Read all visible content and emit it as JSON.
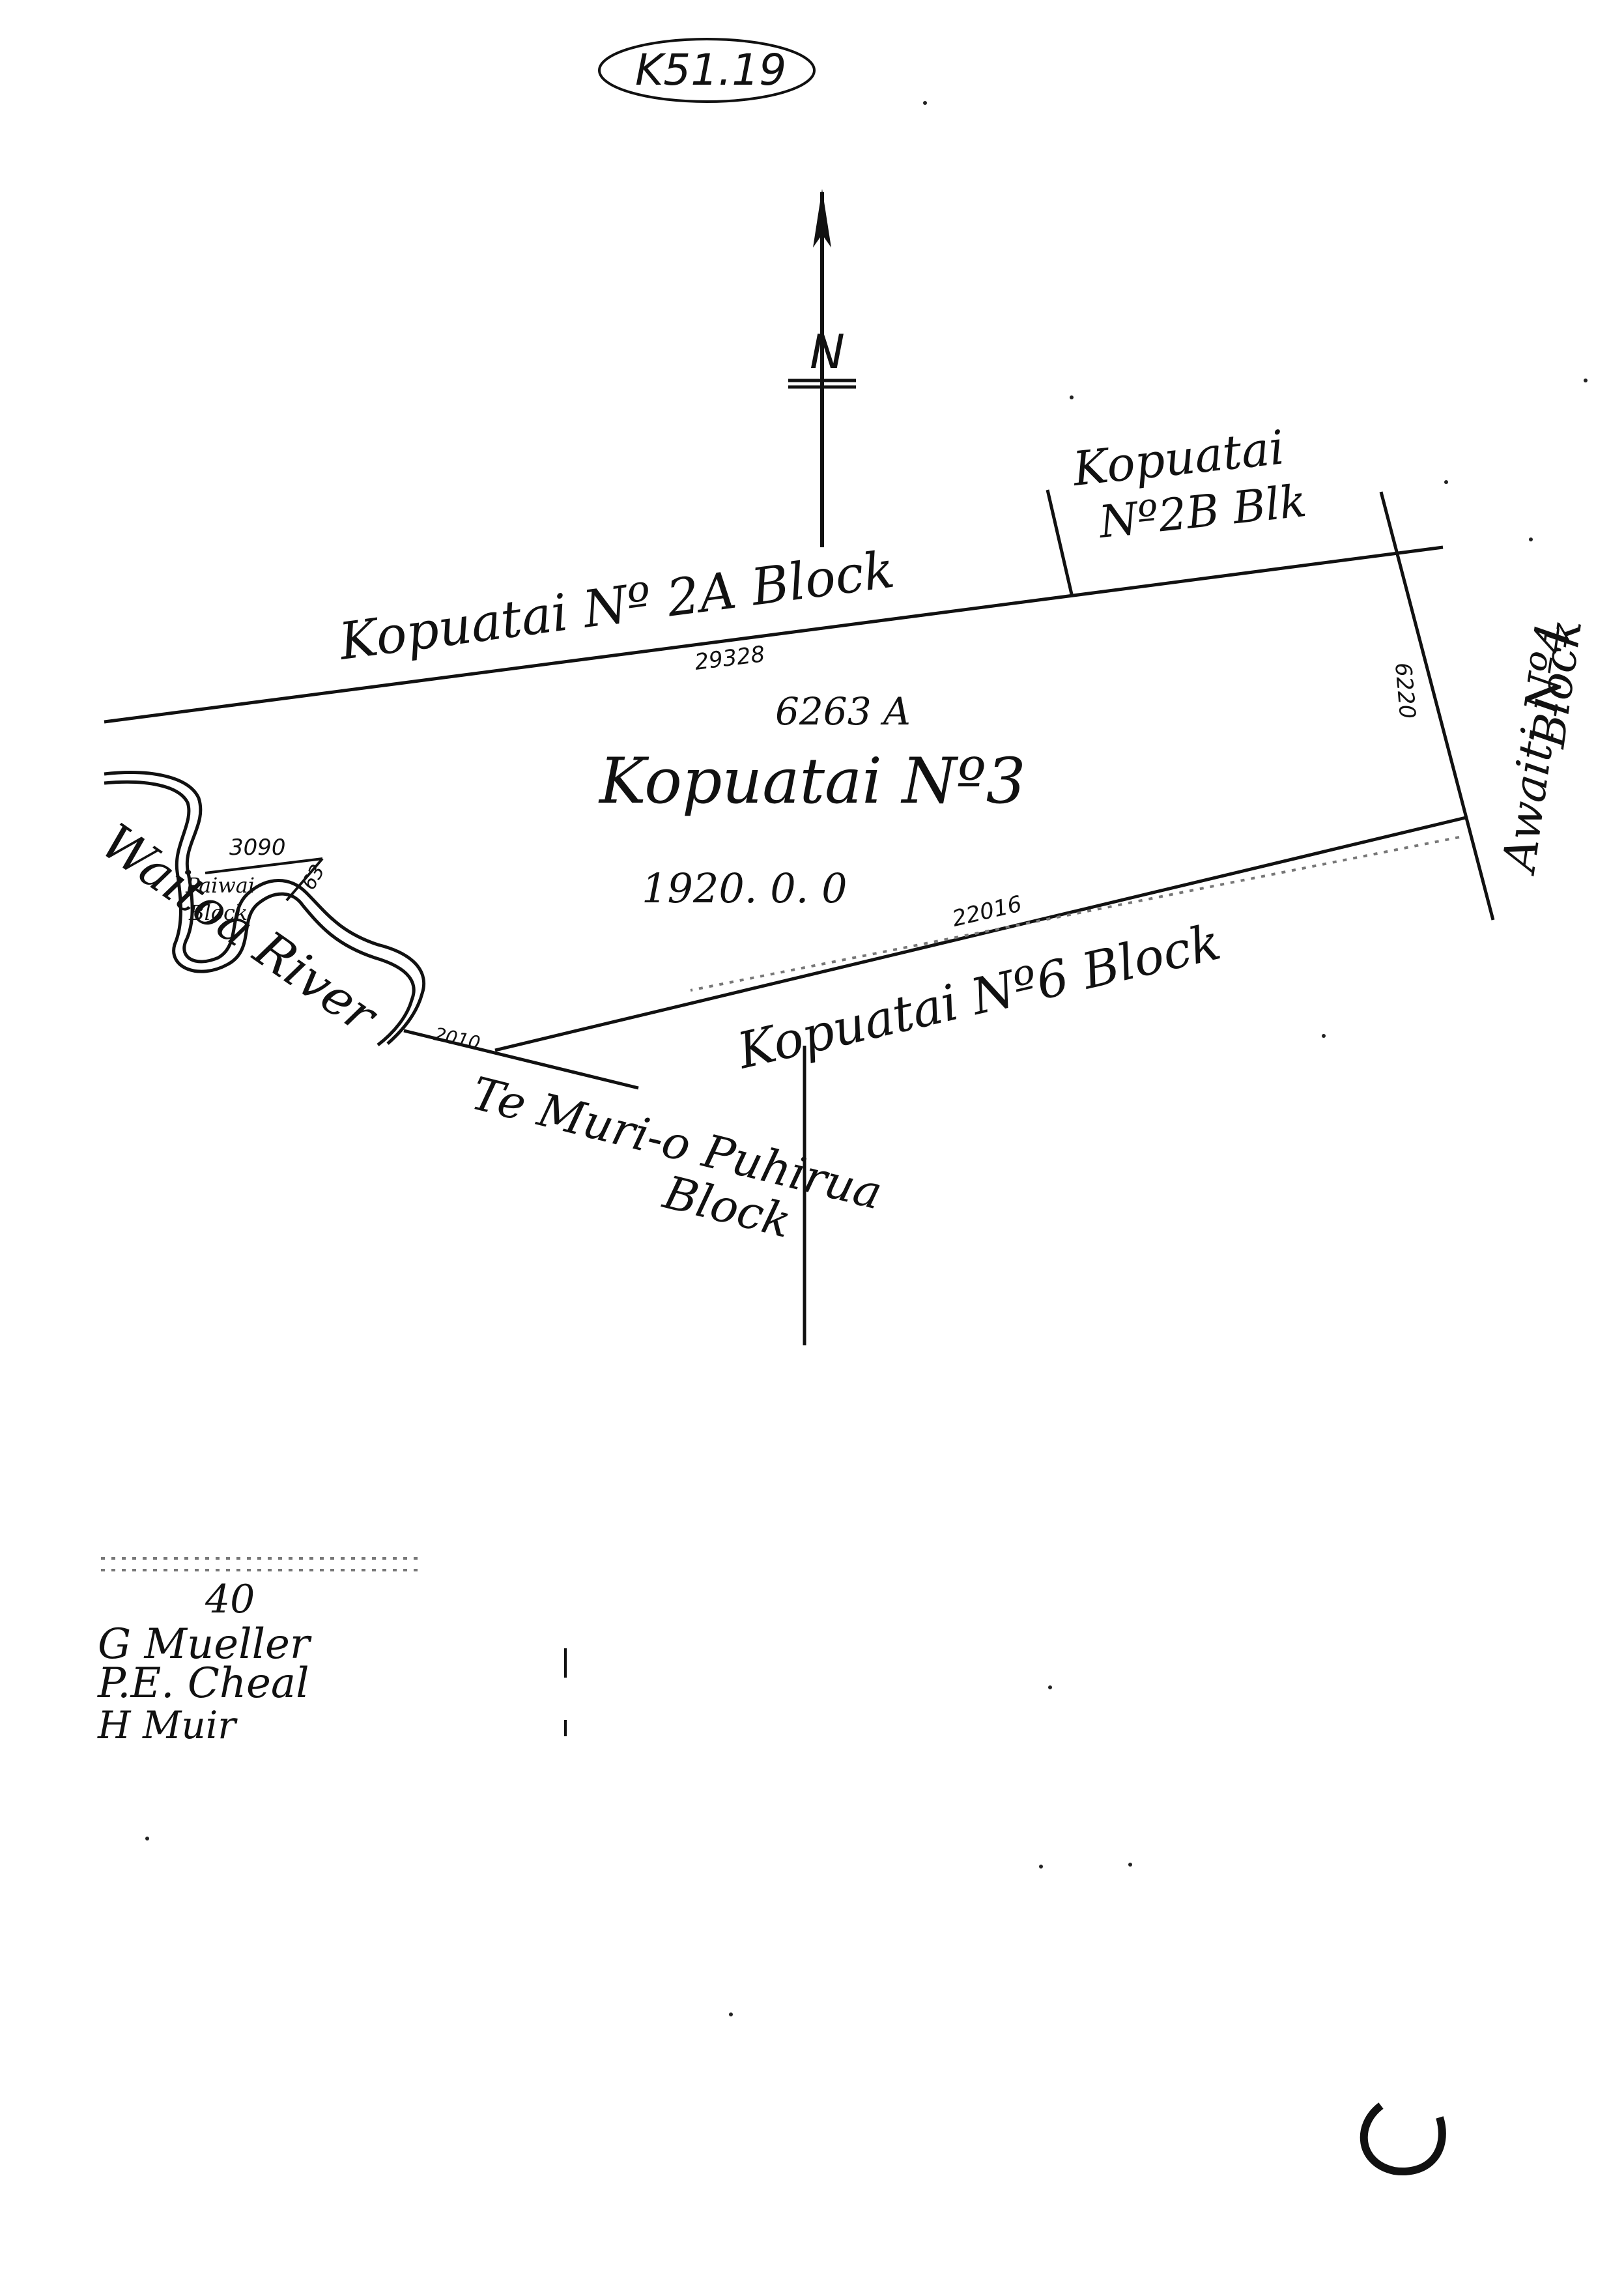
{
  "sheet_ref": "K51.19",
  "north_letter": "N",
  "parcels": {
    "main_name": "Kopuatai Nº3",
    "main_area_acres": "6263 A",
    "main_area_old": "1920. 0. 0",
    "north_block": "Kopuatai Nº 2A Block",
    "ne_block_line1": "Kopuatai",
    "ne_block_line2": "Nº2B Blk",
    "east_block_line1": "Awaiti Nº4",
    "east_block_line2": "Block",
    "south_block": "Kopuatai Nº6 Block",
    "sw_block_line1": "Te Muri-o Puhirua",
    "sw_block_line2": "Block",
    "small_block_line1": "Paiwai",
    "small_block_line2": "Block",
    "small_block_area": "63",
    "river": "Waitoa River"
  },
  "distances": {
    "north": "29328",
    "east": "6220",
    "south": "22016",
    "sw": "2010",
    "small_top": "3090"
  },
  "footer": {
    "scale": "40",
    "names": [
      "G Mueller",
      "P.E. Cheal",
      "H Muir"
    ]
  }
}
